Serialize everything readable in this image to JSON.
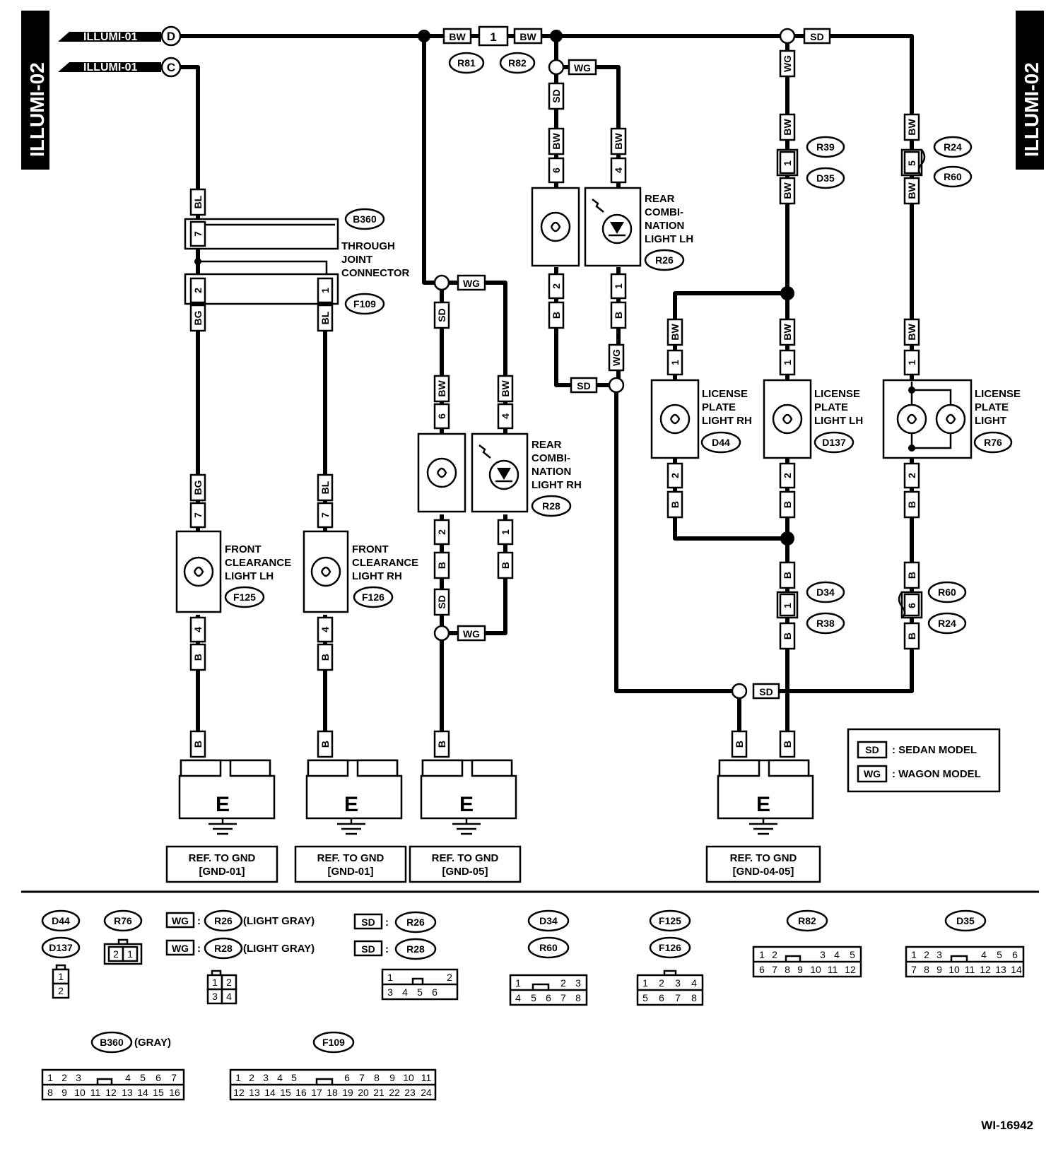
{
  "side_labels": {
    "left": "ILLUMI-02",
    "right": "ILLUMI-02"
  },
  "inputs": [
    {
      "label": "ILLUMI-01",
      "pin": "D"
    },
    {
      "label": "ILLUMI-01",
      "pin": "C"
    }
  ],
  "top_connector": {
    "pin": "1",
    "wire": "BW",
    "refs": [
      "R81",
      "R82"
    ]
  },
  "wire_codes": {
    "BW": "BW",
    "BL": "BL",
    "BG": "BG",
    "B": "B",
    "SD": "SD",
    "WG": "WG"
  },
  "joint": {
    "code_top": "B360",
    "code_bottom": "F109",
    "name_lines": [
      "THROUGH",
      "JOINT",
      "CONNECTOR"
    ],
    "pins": [
      "7",
      "2",
      "1"
    ]
  },
  "components": {
    "front_lh": {
      "lines": [
        "FRONT",
        "CLEARANCE",
        "LIGHT LH"
      ],
      "code": "F125",
      "pins": [
        "7",
        "4"
      ]
    },
    "front_rh": {
      "lines": [
        "FRONT",
        "CLEARANCE",
        "LIGHT RH"
      ],
      "code": "F126",
      "pins": [
        "7",
        "4"
      ]
    },
    "rear_rh": {
      "lines": [
        "REAR",
        "COMBI-",
        "NATION",
        "LIGHT RH"
      ],
      "code": "R28",
      "pins": [
        "6",
        "4",
        "2",
        "1"
      ]
    },
    "rear_lh": {
      "lines": [
        "REAR",
        "COMBI-",
        "NATION",
        "LIGHT LH"
      ],
      "code": "R26",
      "pins": [
        "6",
        "4",
        "2",
        "1"
      ]
    },
    "lic_rh": {
      "lines": [
        "LICENSE",
        "PLATE",
        "LIGHT RH"
      ],
      "code": "D44",
      "pins": [
        "1",
        "2"
      ]
    },
    "lic_lh": {
      "lines": [
        "LICENSE",
        "PLATE",
        "LIGHT LH"
      ],
      "code": "D137",
      "pins": [
        "1",
        "2"
      ]
    },
    "lic": {
      "lines": [
        "LICENSE",
        "PLATE",
        "LIGHT"
      ],
      "code": "R76",
      "pins": [
        "1",
        "2"
      ]
    }
  },
  "inline_connectors": {
    "r39_d35": {
      "pin": "1",
      "codes": [
        "R39",
        "D35"
      ]
    },
    "r24_r60_top": {
      "pin": "5",
      "codes": [
        "R24",
        "R60"
      ]
    },
    "d34_r38": {
      "pin": "1",
      "codes": [
        "D34",
        "R38"
      ]
    },
    "r60_r24_bottom": {
      "pin": "6",
      "codes": [
        "R60",
        "R24"
      ]
    }
  },
  "grounds": [
    {
      "symbol": "E",
      "ref": [
        "REF. TO GND",
        "[GND-01]"
      ]
    },
    {
      "symbol": "E",
      "ref": [
        "REF. TO GND",
        "[GND-01]"
      ]
    },
    {
      "symbol": "E",
      "ref": [
        "REF. TO GND",
        "[GND-05]"
      ]
    },
    {
      "symbol": "E",
      "ref": [
        "REF. TO GND",
        "[GND-04-05]"
      ]
    }
  ],
  "legend": [
    {
      "code": "SD",
      "text": ": SEDAN MODEL"
    },
    {
      "code": "WG",
      "text": ": WAGON MODEL"
    }
  ],
  "connector_views": {
    "d44": {
      "codes": [
        "D44",
        "D137"
      ]
    },
    "r76": {
      "codes": [
        "R76"
      ]
    },
    "wg": {
      "rows": [
        {
          "code": "WG",
          "ref": "R26",
          "note": "(LIGHT GRAY)"
        },
        {
          "code": "WG",
          "ref": "R28",
          "note": "(LIGHT GRAY)"
        }
      ]
    },
    "sd": {
      "rows": [
        {
          "code": "SD",
          "ref": "R26"
        },
        {
          "code": "SD",
          "ref": "R28"
        }
      ]
    },
    "d34": {
      "codes": [
        "D34",
        "R60"
      ]
    },
    "f125": {
      "codes": [
        "F125",
        "F126"
      ]
    },
    "r82": {
      "codes": [
        "R82"
      ]
    },
    "d35": {
      "codes": [
        "D35"
      ]
    },
    "b360": {
      "codes": [
        "B360"
      ],
      "note": "(GRAY)"
    },
    "f109": {
      "codes": [
        "F109"
      ]
    }
  },
  "figure_id": "WI-16942"
}
